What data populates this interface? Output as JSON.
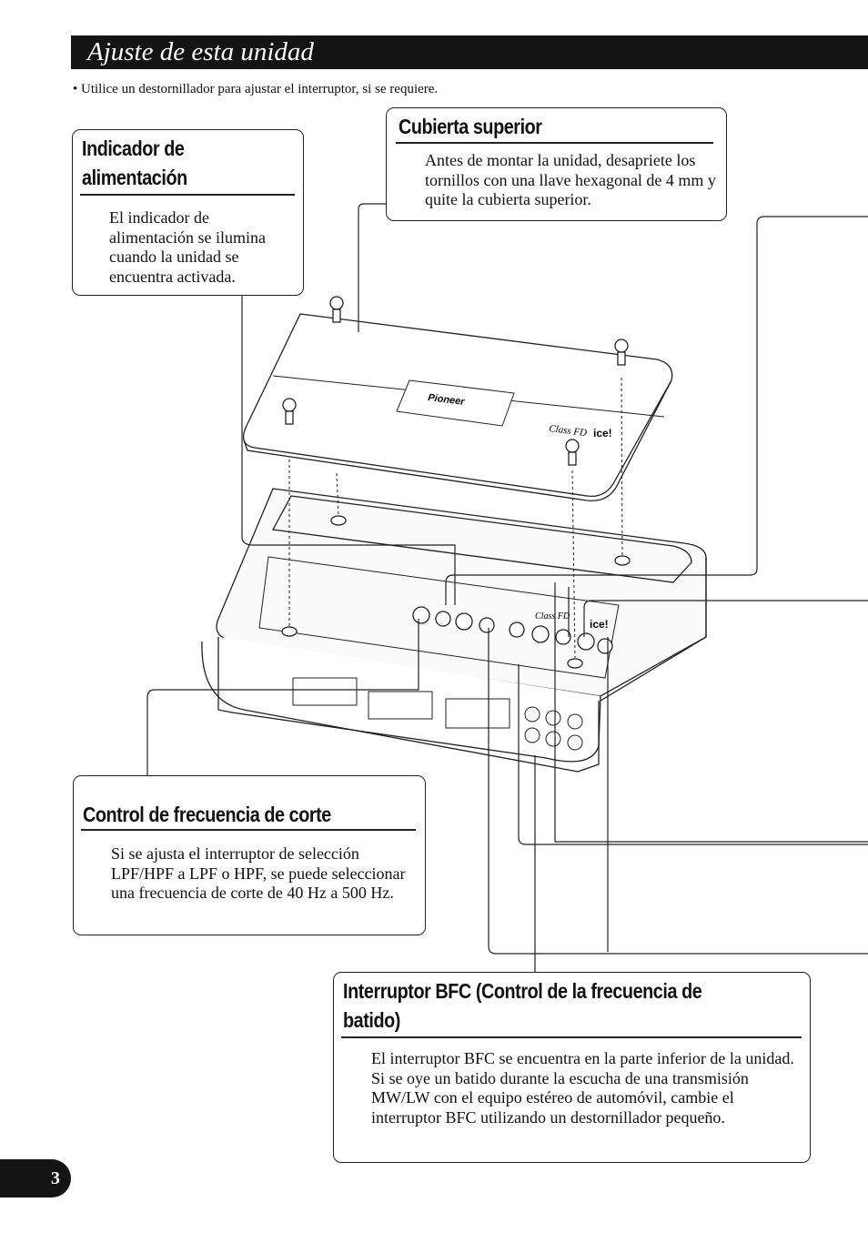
{
  "header": {
    "title": "Ajuste de esta unidad"
  },
  "note": "•  Utilice un destornillador para ajustar el interruptor, si se requiere.",
  "callouts": {
    "power_indicator": {
      "title_line1": "Indicador de",
      "title_line2": "alimentación",
      "body": "El indicador de alimentación se ilumina cuando la unidad se encuentra activada."
    },
    "top_cover": {
      "title": "Cubierta superior",
      "body": "Antes de montar la unidad, desapriete los tornillos con una llave hexagonal de 4 mm y quite la cubierta superior."
    },
    "cutoff": {
      "title": "Control de frecuencia de corte",
      "body": "Si se ajusta el interruptor de selección LPF/HPF a LPF o HPF, se puede seleccionar una frecuencia de corte de 40 Hz a 500 Hz."
    },
    "bfc": {
      "title_line1": "Interruptor BFC (Control de la frecuencia de",
      "title_line2": "batido)",
      "body": "El interruptor BFC se encuentra en la parte inferior de la unidad. Si se oye un batido durante la escucha de una transmisión MW/LW con el equipo estéreo de automóvil, cambie el interruptor BFC utilizando un destornillador pequeño."
    }
  },
  "device_labels": {
    "brand": "Pioneer",
    "class": "Class FD",
    "ice": "ice!"
  },
  "page_number": "3"
}
